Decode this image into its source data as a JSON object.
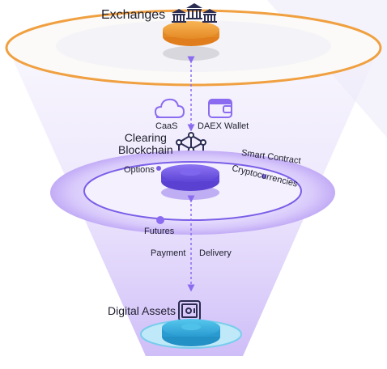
{
  "diagram": {
    "top_label": "Exchanges",
    "middle": {
      "service_left": "CaaS",
      "service_right": "DAEX Wallet",
      "title_line1": "Clearing",
      "title_line2": "Blockchain",
      "ring_labels": {
        "options": "Options",
        "smart_contract": "Smart Contract",
        "cryptocurrencies": "Cryptocurrencies",
        "futures": "Futures"
      }
    },
    "flow_labels": {
      "payment": "Payment",
      "delivery": "Delivery"
    },
    "bottom_label": "Digital Assets"
  },
  "colors": {
    "orange": "#f0a040",
    "orange_dark": "#e0892a",
    "purple": "#8b6cf0",
    "purple_light": "#d9ccfb",
    "cyan": "#35b6e6",
    "navy": "#2b2d52"
  },
  "icons": [
    "bank-icon",
    "cloud-icon",
    "wallet-icon",
    "blockchain-cube-icon",
    "safe-icon"
  ]
}
